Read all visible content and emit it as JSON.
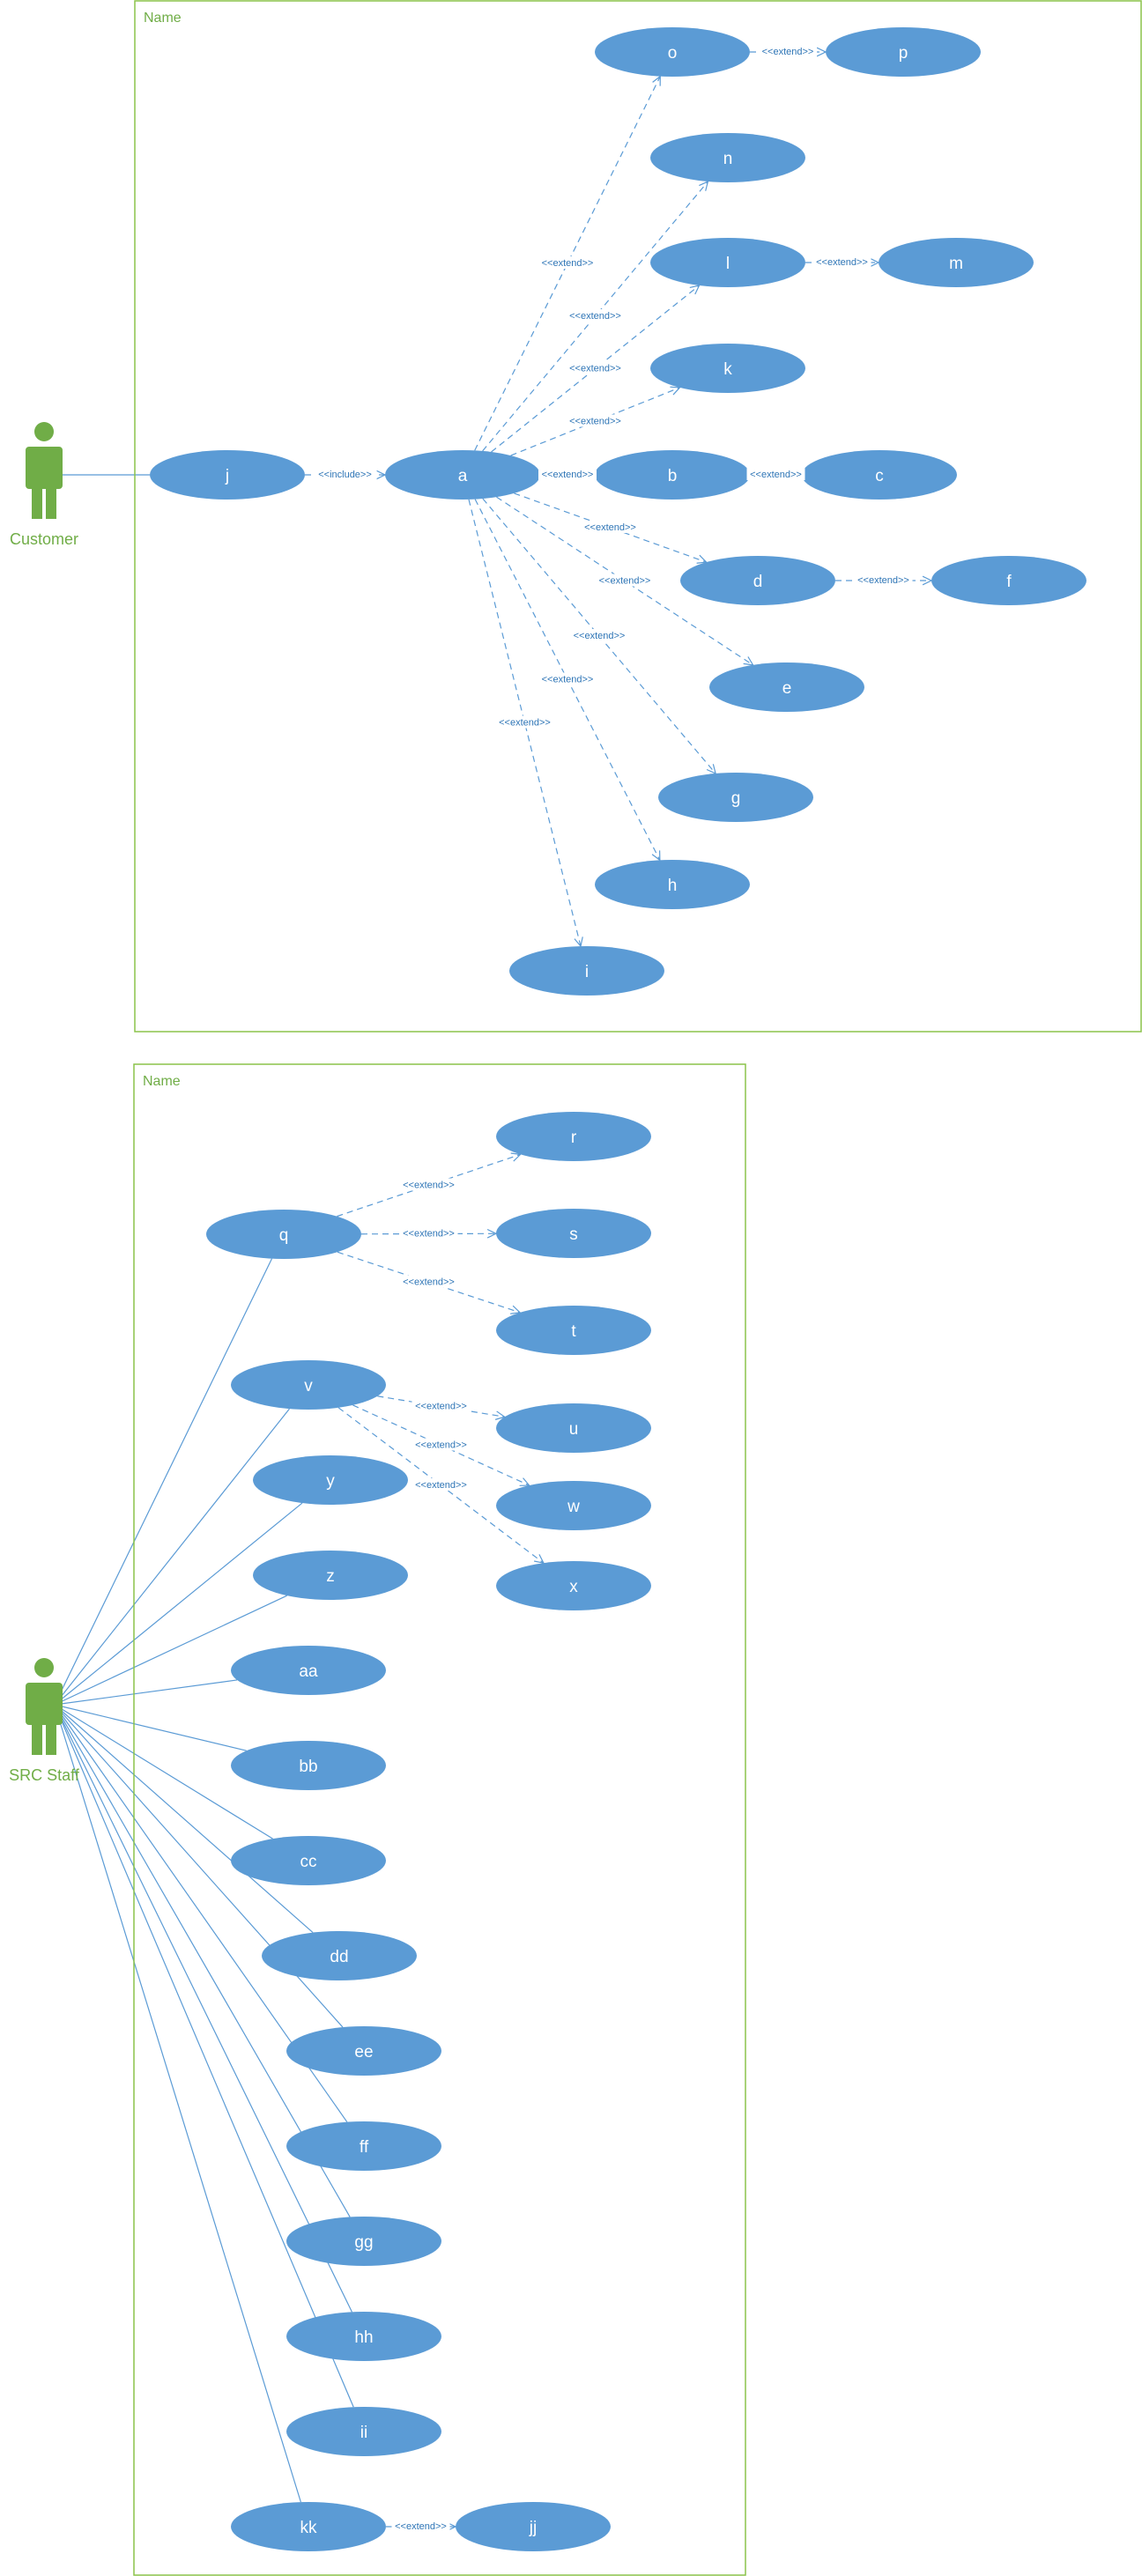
{
  "boundaries": [
    {
      "title": "Name"
    },
    {
      "title": "Name"
    }
  ],
  "actors": {
    "customer": "Customer",
    "src_staff": "SRC Staff"
  },
  "usecases": {
    "a": "a",
    "b": "b",
    "c": "c",
    "d": "d",
    "e": "e",
    "f": "f",
    "g": "g",
    "h": "h",
    "i": "i",
    "j": "j",
    "k": "k",
    "l": "l",
    "m": "m",
    "n": "n",
    "o": "o",
    "p": "p",
    "q": "q",
    "r": "r",
    "s": "s",
    "t": "t",
    "u": "u",
    "v": "v",
    "w": "w",
    "x": "x",
    "y": "y",
    "z": "z",
    "aa": "aa",
    "bb": "bb",
    "cc": "cc",
    "dd": "dd",
    "ee": "ee",
    "ff": "ff",
    "gg": "gg",
    "hh": "hh",
    "ii": "ii",
    "jj": "jj",
    "kk": "kk"
  },
  "relations": [
    {
      "from": "j",
      "to": "a",
      "label": "<<include>>"
    },
    {
      "from": "a",
      "to": "o",
      "label": "<<extend>>"
    },
    {
      "from": "a",
      "to": "n",
      "label": "<<extend>>"
    },
    {
      "from": "a",
      "to": "l",
      "label": "<<extend>>"
    },
    {
      "from": "a",
      "to": "k",
      "label": "<<extend>>"
    },
    {
      "from": "a",
      "to": "b",
      "label": "<<extend>>"
    },
    {
      "from": "a",
      "to": "d",
      "label": "<<extend>>"
    },
    {
      "from": "a",
      "to": "e",
      "label": "<<extend>>"
    },
    {
      "from": "a",
      "to": "g",
      "label": "<<extend>>"
    },
    {
      "from": "a",
      "to": "h",
      "label": "<<extend>>"
    },
    {
      "from": "a",
      "to": "i",
      "label": "<<extend>>"
    },
    {
      "from": "o",
      "to": "p",
      "label": "<<extend>>"
    },
    {
      "from": "l",
      "to": "m",
      "label": "<<extend>>"
    },
    {
      "from": "b",
      "to": "c",
      "label": "<<extend>>"
    },
    {
      "from": "d",
      "to": "f",
      "label": "<<extend>>"
    },
    {
      "from": "q",
      "to": "r",
      "label": "<<extend>>"
    },
    {
      "from": "q",
      "to": "s",
      "label": "<<extend>>"
    },
    {
      "from": "q",
      "to": "t",
      "label": "<<extend>>"
    },
    {
      "from": "v",
      "to": "u",
      "label": "<<extend>>"
    },
    {
      "from": "v",
      "to": "w",
      "label": "<<extend>>"
    },
    {
      "from": "v",
      "to": "x",
      "label": "<<extend>>"
    },
    {
      "from": "kk",
      "to": "jj",
      "label": "<<extend>>"
    }
  ],
  "associations": {
    "customer": [
      "j"
    ],
    "src_staff": [
      "q",
      "v",
      "y",
      "z",
      "aa",
      "bb",
      "cc",
      "dd",
      "ee",
      "ff",
      "gg",
      "hh",
      "ii",
      "kk"
    ]
  }
}
